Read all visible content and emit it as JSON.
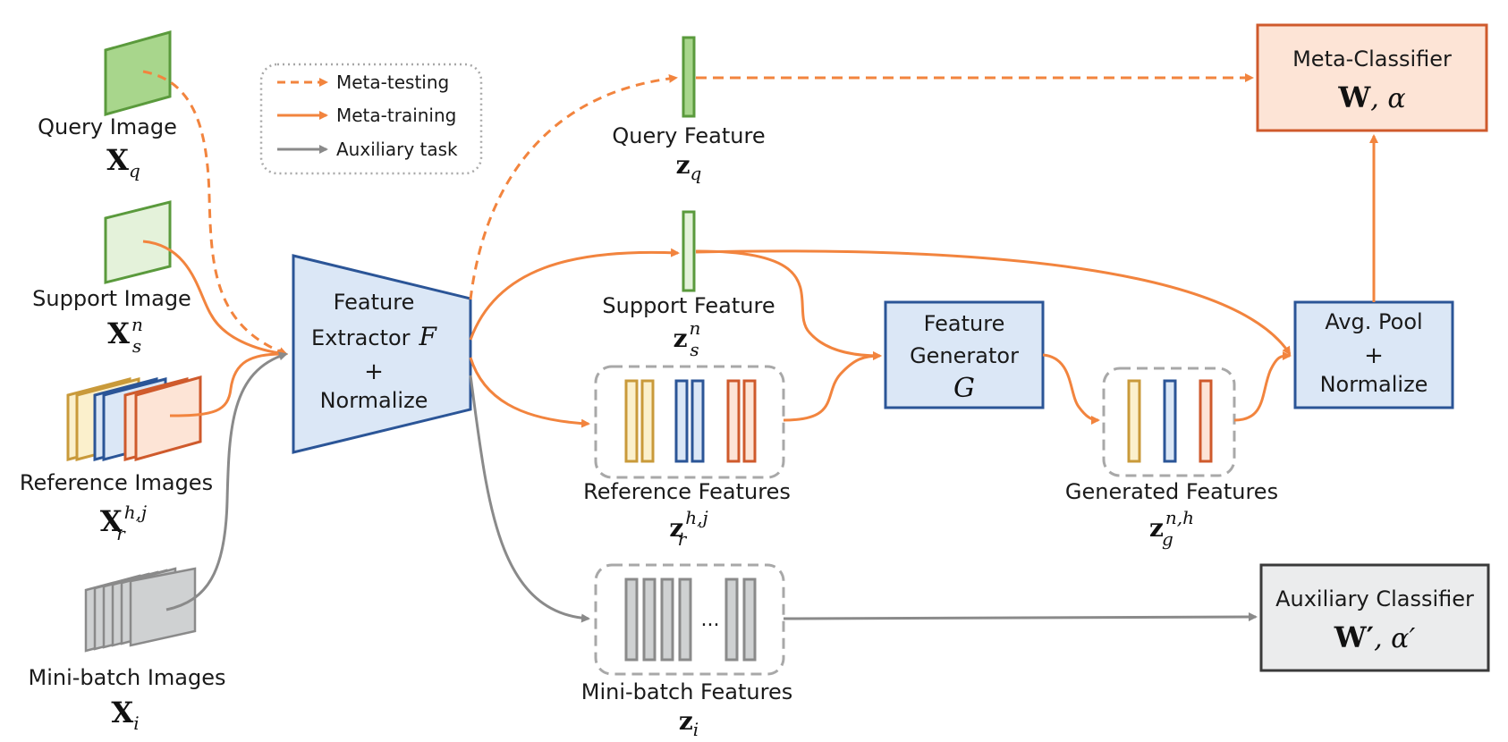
{
  "colors": {
    "meta_testing": "#f2843e",
    "meta_training": "#f2843e",
    "auxiliary": "#8a8a8a",
    "blue_border": "#2b5597",
    "blue_fill": "#dbe7f6",
    "green_border": "#5a9a3c",
    "green_fill_dark": "#a8d68c",
    "green_fill_light": "#e4f2da",
    "red_border": "#cf5a2c",
    "red_fill": "#fde4d6",
    "yellow_border": "#c99a3a",
    "yellow_fill": "#fbf0cc",
    "gray_border": "#6f6f6f",
    "gray_fill": "#cfd1d2",
    "aux_box_fill": "#ebeced",
    "dashed_box": "#a8a8a8"
  },
  "legend": {
    "meta_testing": "Meta-testing",
    "meta_training": "Meta-training",
    "auxiliary": "Auxiliary task"
  },
  "inputs": {
    "query": {
      "label": "Query Image",
      "sym": "X",
      "sub": "q",
      "sup": ""
    },
    "support": {
      "label": "Support Image",
      "sym": "X",
      "sub": "s",
      "sup": "n"
    },
    "reference": {
      "label": "Reference Images",
      "sym": "X",
      "sub": "r",
      "sup": "h,j"
    },
    "minibatch": {
      "label": "Mini-batch Images",
      "sym": "X",
      "sub": "i",
      "sup": ""
    }
  },
  "extractor": {
    "line1": "Feature",
    "line2": "Extractor",
    "symbol": "F",
    "plus": "+",
    "line3": "Normalize"
  },
  "features": {
    "query": {
      "label": "Query Feature",
      "sym": "z",
      "sub": "q",
      "sup": ""
    },
    "support": {
      "label": "Support Feature",
      "sym": "z",
      "sub": "s",
      "sup": "n"
    },
    "reference": {
      "label": "Reference Features",
      "sym": "z",
      "sub": "r",
      "sup": "h,j"
    },
    "minibatch": {
      "label": "Mini-batch Features",
      "sym": "z",
      "sub": "i",
      "sup": "",
      "ellipsis": "..."
    },
    "generated": {
      "label": "Generated Features",
      "sym": "z",
      "sub": "g",
      "sup": "n,h"
    }
  },
  "generator": {
    "line1": "Feature",
    "line2": "Generator",
    "symbol": "G"
  },
  "avgpool": {
    "line1": "Avg. Pool",
    "plus": "+",
    "line2": "Normalize"
  },
  "meta_classifier": {
    "title": "Meta-Classifier",
    "formula_bold": "W",
    "formula_rest": ", α"
  },
  "aux_classifier": {
    "title": "Auxiliary Classifier",
    "formula_bold": "W′",
    "formula_rest": ", α′"
  }
}
